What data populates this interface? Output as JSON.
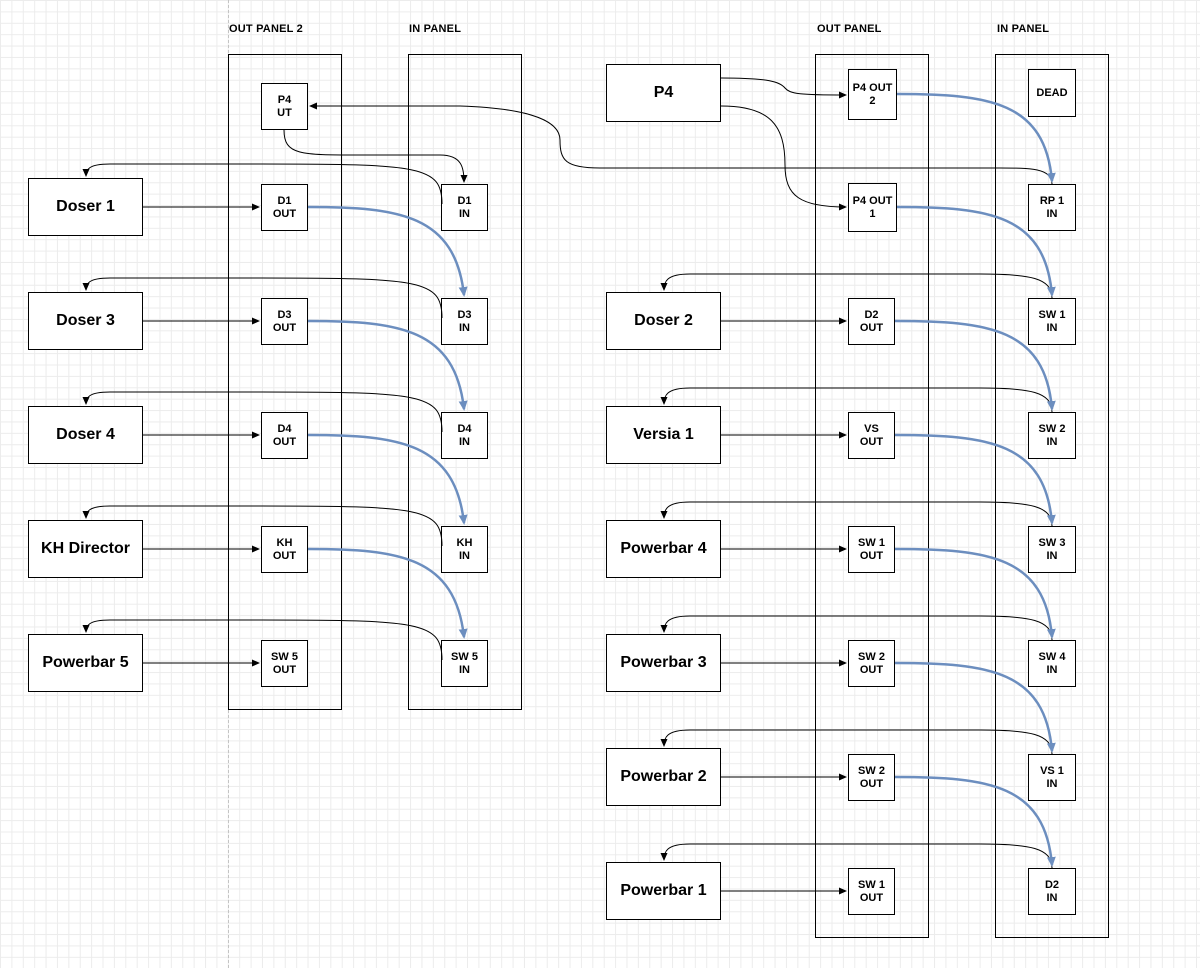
{
  "panel_titles": {
    "out_panel_2": "OUT PANEL 2",
    "in_panel_left": "IN PANEL",
    "out_panel": "OUT PANEL",
    "in_panel_right": "IN PANEL"
  },
  "left_devices": [
    "Doser 1",
    "Doser 3",
    "Doser 4",
    "KH Director",
    "Powerbar 5"
  ],
  "right_devices": [
    "P4",
    "Doser 2",
    "Versia 1",
    "Powerbar 4",
    "Powerbar 3",
    "Powerbar 2",
    "Powerbar 1"
  ],
  "out_panel_2_ports": [
    "P4\nUT",
    "D1\nOUT",
    "D3\nOUT",
    "D4\nOUT",
    "KH\nOUT",
    "SW 5\nOUT"
  ],
  "in_panel_left_ports": [
    "D1\nIN",
    "D3\nIN",
    "D4\nIN",
    "KH\nIN",
    "SW 5\nIN"
  ],
  "out_panel_ports": [
    "P4 OUT\n2",
    "P4 OUT\n1",
    "D2\nOUT",
    "VS\nOUT",
    "SW 1\nOUT",
    "SW 2\nOUT",
    "SW 2\nOUT",
    "SW 1\nOUT"
  ],
  "in_panel_right_ports": [
    "DEAD",
    "RP 1\nIN",
    "SW 1\nIN",
    "SW 2\nIN",
    "SW 3\nIN",
    "SW 4\nIN",
    "VS 1\nIN",
    "D2\nIN"
  ],
  "colors": {
    "patch_cable": "#6c8ebf",
    "wire": "#000000",
    "grid": "#ececec"
  }
}
